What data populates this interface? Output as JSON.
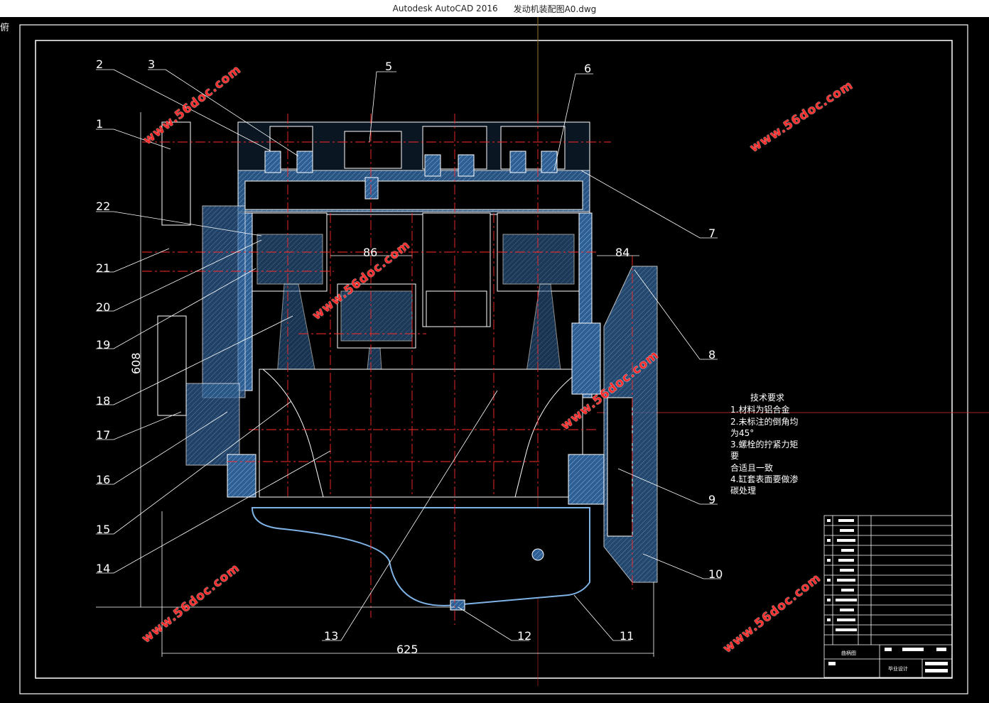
{
  "window": {
    "app_title": "Autodesk AutoCAD 2016",
    "file_name": "发动机装配图A0.dwg",
    "viewport_label": "俯"
  },
  "callouts": [
    "1",
    "2",
    "3",
    "5",
    "6",
    "7",
    "8",
    "9",
    "10",
    "11",
    "12",
    "13",
    "14",
    "15",
    "16",
    "17",
    "18",
    "19",
    "20",
    "21",
    "22"
  ],
  "dimensions": {
    "width": "625",
    "height": "608",
    "d86": "86",
    "d84": "84"
  },
  "tech_notes": {
    "title": "技术要求",
    "lines": [
      "1.材料为铝合金",
      "2.未标注的倒角均",
      "为45°",
      "3.螺栓的拧紧力矩",
      "要",
      "合适且一致",
      "4.缸套表面要做渗",
      "碳处理"
    ]
  },
  "watermark": "www.56doc.com",
  "title_block": {
    "cell_a": "曲柄图",
    "cell_b": "毕业设计"
  },
  "colors": {
    "background": "#000000",
    "outline": "#ffffff",
    "section_fill": "#3a6ea5",
    "centerline": "#ff2a2a",
    "watermark": "#ff2a2a"
  }
}
